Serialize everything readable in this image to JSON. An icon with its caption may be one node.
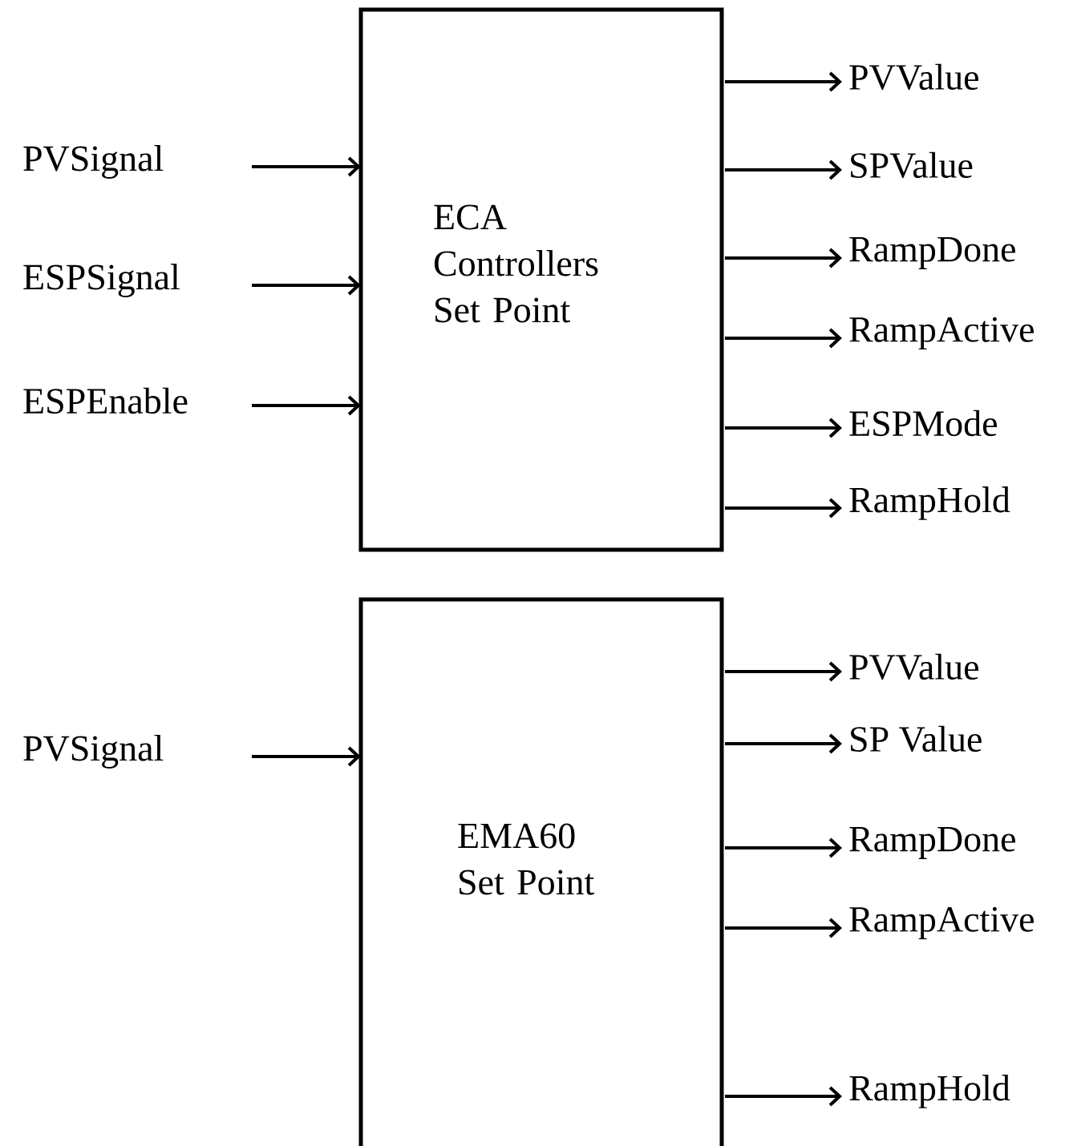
{
  "diagram": {
    "nodes": [
      {
        "text": [
          "ECA Controllers Set Point"
        ]
      },
      {
        "text": [
          "PVSignal"
        ]
      },
      {
        "text": [
          "ESPSignal"
        ]
      },
      {
        "text": [
          "ESPEnable"
        ]
      },
      {
        "text": [
          "PVValue"
        ]
      },
      {
        "text": [
          "SPValue"
        ]
      },
      {
        "text": [
          "RampDone"
        ]
      },
      {
        "text": [
          "RampActive"
        ]
      },
      {
        "text": [
          "ESPMode"
        ]
      },
      {
        "text": [
          "RampHold"
        ]
      },
      {
        "text": [
          "EMA60 Set Point"
        ]
      },
      {
        "text": [
          "PVSignal"
        ]
      },
      {
        "text": [
          "PVValue"
        ]
      },
      {
        "text": [
          "SP Value"
        ]
      },
      {
        "text": [
          "RampDone"
        ]
      },
      {
        "text": [
          "RampActive"
        ]
      },
      {
        "text": [
          "RampHold"
        ]
      }
    ],
    "edges": [
      {
        "from": 1,
        "to": 0,
        "arrow": "to"
      },
      {
        "from": 2,
        "to": 0,
        "arrow": "to"
      },
      {
        "from": 3,
        "to": 0,
        "arrow": "to"
      },
      {
        "from": 0,
        "to": 4,
        "arrow": "to"
      },
      {
        "from": 0,
        "to": 5,
        "arrow": "to"
      },
      {
        "from": 0,
        "to": 6,
        "arrow": "to"
      },
      {
        "from": 0,
        "to": 7,
        "arrow": "to"
      },
      {
        "from": 0,
        "to": 8,
        "arrow": "to"
      },
      {
        "from": 0,
        "to": 9,
        "arrow": "to"
      },
      {
        "from": 11,
        "to": 10,
        "arrow": "to"
      },
      {
        "from": 10,
        "to": 12,
        "arrow": "to"
      },
      {
        "from": 10,
        "to": 13,
        "arrow": "to"
      },
      {
        "from": 10,
        "to": 14,
        "arrow": "to"
      },
      {
        "from": 10,
        "to": 15,
        "arrow": "to"
      },
      {
        "from": 10,
        "to": 16,
        "arrow": "to"
      }
    ]
  }
}
